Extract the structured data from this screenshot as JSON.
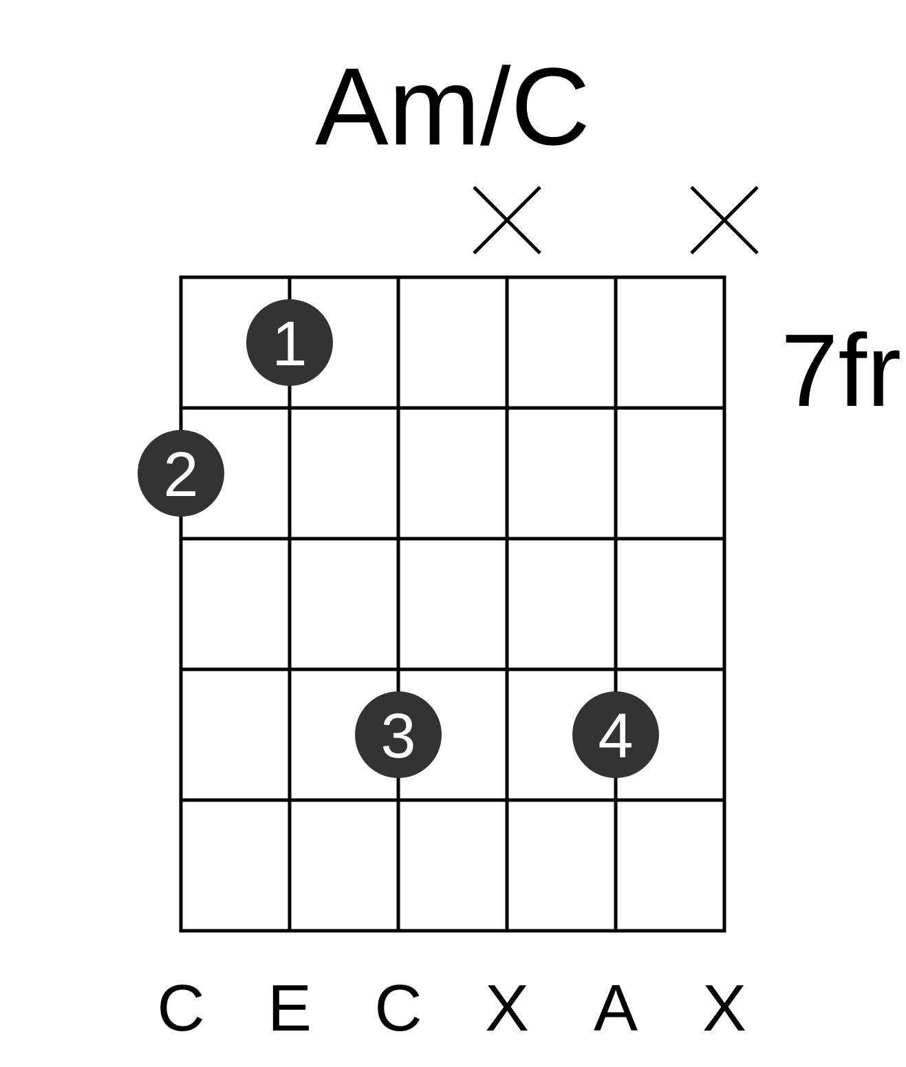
{
  "chord": {
    "name": "Am/C",
    "position_label": "7fr"
  },
  "colors": {
    "background": "#ffffff",
    "lines": "#000000",
    "finger_dot": "#333333",
    "finger_text": "#ffffff"
  },
  "diagram": {
    "string_count": 6,
    "fret_count": 5,
    "muted_strings": [
      4,
      6
    ],
    "fingers": [
      {
        "finger": "1",
        "string": 2,
        "fret": 1
      },
      {
        "finger": "2",
        "string": 1,
        "fret": 2
      },
      {
        "finger": "3",
        "string": 3,
        "fret": 4
      },
      {
        "finger": "4",
        "string": 5,
        "fret": 4
      }
    ],
    "string_notes": [
      "C",
      "E",
      "C",
      "X",
      "A",
      "X"
    ]
  }
}
